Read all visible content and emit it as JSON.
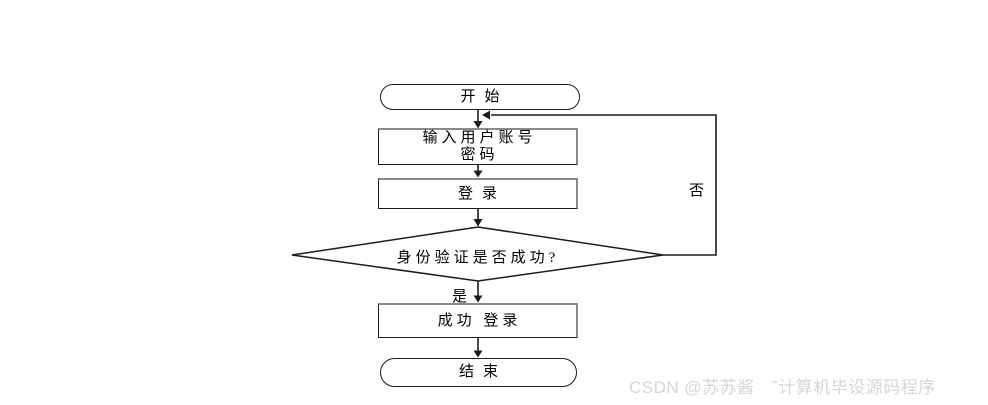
{
  "diagram": {
    "type": "flowchart",
    "nodes": {
      "start": {
        "shape": "terminator",
        "label": "开始"
      },
      "input": {
        "shape": "process",
        "line1": "输入用户账号",
        "line2": "密码"
      },
      "login": {
        "shape": "process",
        "label": "登录"
      },
      "decision": {
        "shape": "decision",
        "label": "身份验证是否成功?"
      },
      "success": {
        "shape": "process",
        "label": "成功 登录"
      },
      "end": {
        "shape": "terminator",
        "label": "结束"
      }
    },
    "edges": [
      {
        "from": "start",
        "to": "input"
      },
      {
        "from": "input",
        "to": "login"
      },
      {
        "from": "login",
        "to": "decision"
      },
      {
        "from": "decision",
        "to": "success",
        "label": "是"
      },
      {
        "from": "success",
        "to": "end"
      },
      {
        "from": "decision",
        "to": "input",
        "label": "否",
        "route": "right-loop"
      }
    ],
    "labels": {
      "yes": "是",
      "no": "否"
    },
    "colors": {
      "line": "#1c1c1c",
      "node_fill": "#ffffff",
      "node_shadow": "#8a8a8a",
      "text": "#000000"
    }
  },
  "watermark": {
    "text": "CSDN @苏苏酱　ˇ计算机毕设源码程序",
    "color": "#d6d6d6"
  }
}
